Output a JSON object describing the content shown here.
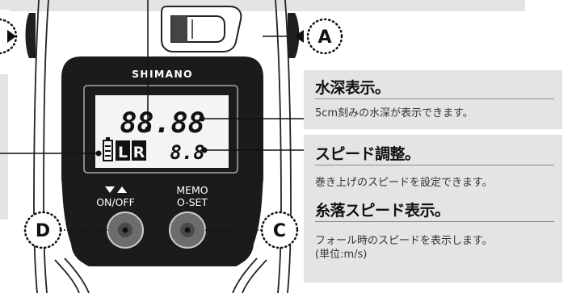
{
  "device": {
    "brand": "SHIMANO",
    "lcd_top_digits": "88.88",
    "lcd_indicators": [
      "L",
      "R"
    ],
    "lcd_bottom_digits": "8.8",
    "button_left_label": "ON/OFF",
    "button_right_label_1": "MEMO",
    "button_right_label_2": "O-SET"
  },
  "callouts": {
    "a": "A",
    "c": "C",
    "d": "D"
  },
  "info": {
    "depth_title": "水深表示。",
    "depth_desc": "5cm刻みの水深が表示できます。",
    "speed_adjust_title": "スピード調整。",
    "speed_adjust_desc": "巻き上げのスピードを設定できます。",
    "fall_speed_title": "糸落スピード表示。",
    "fall_speed_desc_1": "フォール時のスピードを表示します。",
    "fall_speed_desc_2": "(単位:m/s)"
  },
  "colors": {
    "panel": "#e4e4e4",
    "device_face": "#1b1b1b",
    "lcd_background": "#f4f4f4",
    "digit": "#111111",
    "button": "#6c6c6c"
  }
}
